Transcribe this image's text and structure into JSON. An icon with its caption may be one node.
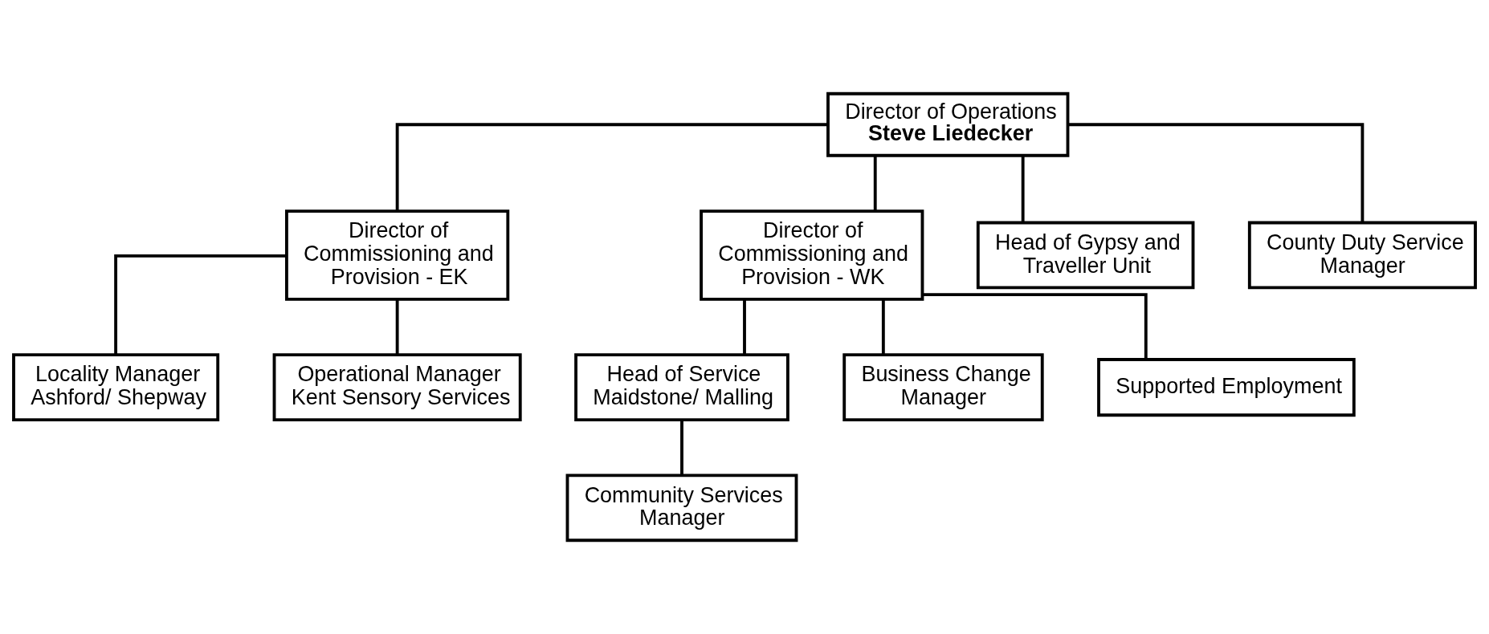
{
  "diagram": {
    "nodes": [
      {
        "text": [
          "Director of Operations",
          "Steve Liedecker"
        ]
      },
      {
        "text": [
          "Director of Commissioning and Provision - EK"
        ]
      },
      {
        "text": [
          "Director of Commissioning and Provision - WK"
        ]
      },
      {
        "text": [
          "Head of Gypsy and Traveller Unit"
        ]
      },
      {
        "text": [
          "Locality Manager Ashford/ Shepway"
        ]
      },
      {
        "text": [
          "Operational Manager Kent Sensory Services"
        ]
      },
      {
        "text": [
          "Head of Service Maidstone/ Malling"
        ]
      },
      {
        "text": [
          "Community Services Manager"
        ]
      },
      {
        "text": [
          "County Duty Service Manager"
        ]
      },
      {
        "text": [
          "Business Change Manager"
        ]
      },
      {
        "text": [
          "Supported Employment"
        ]
      }
    ],
    "edges": [
      {
        "from": 0,
        "to": 3,
        "arrow": "none"
      },
      {
        "from": 0,
        "to": 1,
        "arrow": "none"
      },
      {
        "from": 0,
        "to": 2,
        "arrow": "none"
      },
      {
        "from": 0,
        "to": 8,
        "arrow": "none"
      },
      {
        "from": 1,
        "to": 4,
        "arrow": "none"
      },
      {
        "from": 1,
        "to": 5,
        "arrow": "none"
      },
      {
        "from": 2,
        "to": 6,
        "arrow": "none"
      },
      {
        "from": 6,
        "to": 7,
        "arrow": "none"
      },
      {
        "from": 2,
        "to": 9,
        "arrow": "none"
      },
      {
        "from": 2,
        "to": 10,
        "arrow": "none"
      }
    ]
  }
}
